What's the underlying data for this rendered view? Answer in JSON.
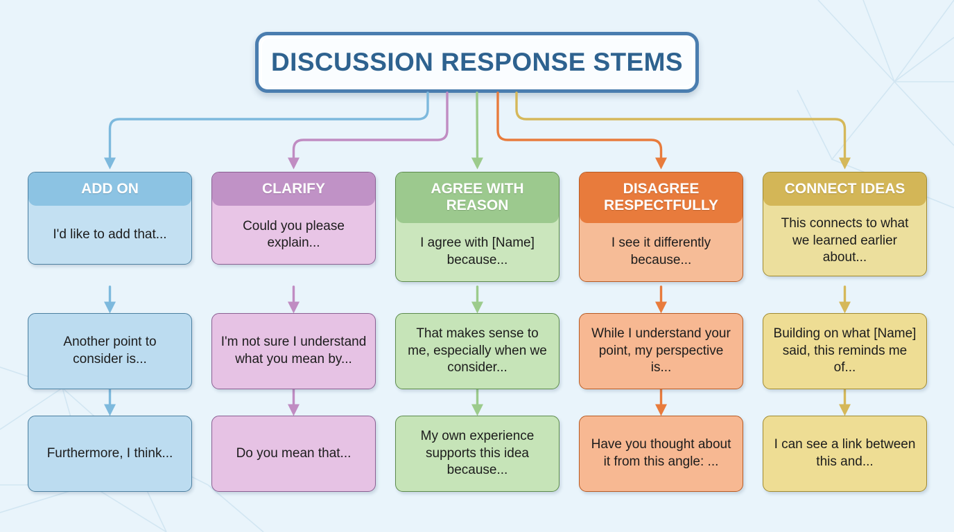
{
  "title": {
    "text": "DISCUSSION RESPONSE STEMS"
  },
  "theme": {
    "background": "#e9f4fb",
    "title_border": "#4a7daf",
    "title_text": "#2e628f"
  },
  "columns": [
    {
      "key": "add-on",
      "header": "ADD ON",
      "colors": {
        "header": "#8cc3e3",
        "body": "#c3e0f2",
        "stem": "#bcdcf0",
        "border": "#4b7fa0",
        "connector": "#7db9dd"
      },
      "stems": [
        "I'd like to add that...",
        "Another point to consider is...",
        "Furthermore, I think..."
      ]
    },
    {
      "key": "clarify",
      "header": "CLARIFY",
      "colors": {
        "header": "#c092c6",
        "body": "#e8c5e6",
        "stem": "#e6c2e4",
        "border": "#8a5f92",
        "connector": "#c08cc2"
      },
      "stems": [
        "Could you please explain...",
        "I'm not sure I understand what you mean by...",
        "Do you mean that..."
      ]
    },
    {
      "key": "agree-with-reason",
      "header": "AGREE WITH REASON",
      "colors": {
        "header": "#9cc98e",
        "body": "#cbe6bd",
        "stem": "#c6e4b8",
        "border": "#5c8a4c",
        "connector": "#9ccb8c"
      },
      "stems": [
        "I agree with [Name] because...",
        "That makes sense to me, especially when we consider...",
        "My own experience supports this idea because..."
      ]
    },
    {
      "key": "disagree-respectfully",
      "header": "DISAGREE RESPECTFULLY",
      "colors": {
        "header": "#e87b3c",
        "body": "#f6bc97",
        "stem": "#f7b892",
        "border": "#b85a22",
        "connector": "#e87b3c"
      },
      "stems": [
        "I see it differently because...",
        "While I understand your point, my perspective is...",
        "Have you thought about it from this angle: ..."
      ]
    },
    {
      "key": "connect-ideas",
      "header": "CONNECT IDEAS",
      "colors": {
        "header": "#d3b657",
        "body": "#ecdf9d",
        "stem": "#eedd94",
        "border": "#a08a30",
        "connector": "#d5b85a"
      },
      "stems": [
        "This connects to what we learned earlier about...",
        "Building on what [Name] said, this reminds me of...",
        "I can see a link between this and..."
      ]
    }
  ]
}
